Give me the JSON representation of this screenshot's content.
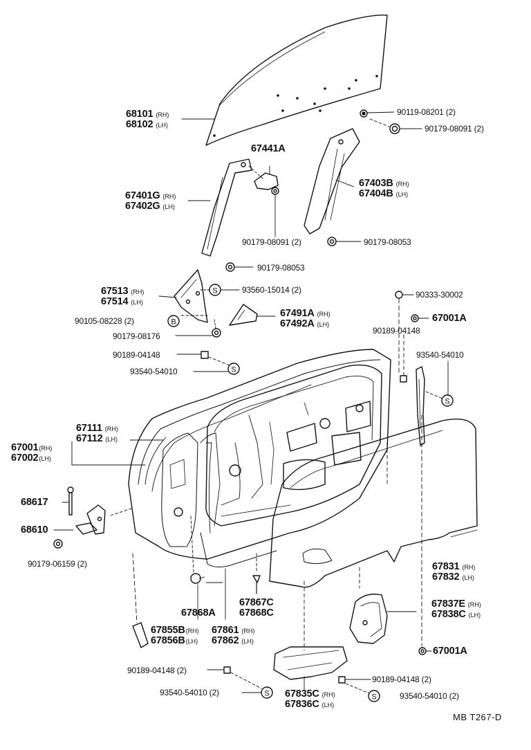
{
  "diagram_ref": "MB T267-D",
  "labels": {
    "glass_a": "68101",
    "glass_a_side": "(RH)",
    "glass_b": "68102",
    "glass_b_side": "(LH)",
    "bolt_a": "90119-08201 (2)",
    "nut_a": "90179-08091 (2)",
    "bracket": "67441A",
    "rear_run_a": "67403B",
    "rear_run_a_side": "(RH)",
    "rear_run_b": "67404B",
    "rear_run_b_side": "(LH)",
    "front_run_a": "67401G",
    "front_run_a_side": "(RH)",
    "front_run_b": "67402G",
    "front_run_b_side": "(LH)",
    "nut_b": "90179-08091 (2)",
    "nut_c": "90179-08053",
    "nut_d": "90179-08053",
    "mirror_base_a": "67513",
    "mirror_base_a_side": "(RH)",
    "mirror_base_b": "67514",
    "mirror_base_b_side": "(LH)",
    "screw_s1": "93560-15014 (2)",
    "bolt_b": "90105-08228 (2)",
    "nut_e": "90179-08176",
    "cover_a": "67491A",
    "cover_a_side": "(RH)",
    "cover_b": "67492A",
    "cover_b_side": "(LH)",
    "plug_a": "90333-30002",
    "clip_a": "67001A",
    "clip_b": "90189-04148",
    "clip_c": "90189-04148",
    "screw_s2": "93540-54010",
    "screw_s3": "93540-54010",
    "weather_a": "67111",
    "weather_a_side": "(RH)",
    "weather_b": "67112",
    "weather_b_side": "(LH)",
    "door_a": "67001",
    "door_a_side": "(RH)",
    "door_b": "67002",
    "door_b_side": "(LH)",
    "hinge_pin": "68617",
    "hinge": "68610",
    "nut_f": "90179-06159 (2)",
    "trim_a": "67831",
    "trim_a_side": "(RH)",
    "trim_b": "67832",
    "trim_b_side": "(LH)",
    "clip_d": "67868A",
    "clip_e_a": "67867C",
    "clip_e_b": "67868C",
    "cover_c_a": "67837E",
    "cover_c_a_side": "(RH)",
    "cover_c_b": "67838C",
    "cover_c_b_side": "(LH)",
    "clip_f": "67001A",
    "seal_a": "67855B",
    "seal_a_side": "(RH)",
    "seal_b": "67856B",
    "seal_b_side": "(LH)",
    "strip_a": "67861",
    "strip_a_side": "(RH)",
    "strip_b": "67862",
    "strip_b_side": "(LH)",
    "clip_g": "90189-04148 (2)",
    "clip_h": "90189-04148 (2)",
    "screw_s4": "93540-54010 (2)",
    "screw_s5": "93540-54010 (2)",
    "hole_cover_a": "67835C",
    "hole_cover_a_side": "(RH)",
    "hole_cover_b": "67836C",
    "hole_cover_b_side": "(LH)",
    "callout_s": "S",
    "callout_b": "B"
  }
}
